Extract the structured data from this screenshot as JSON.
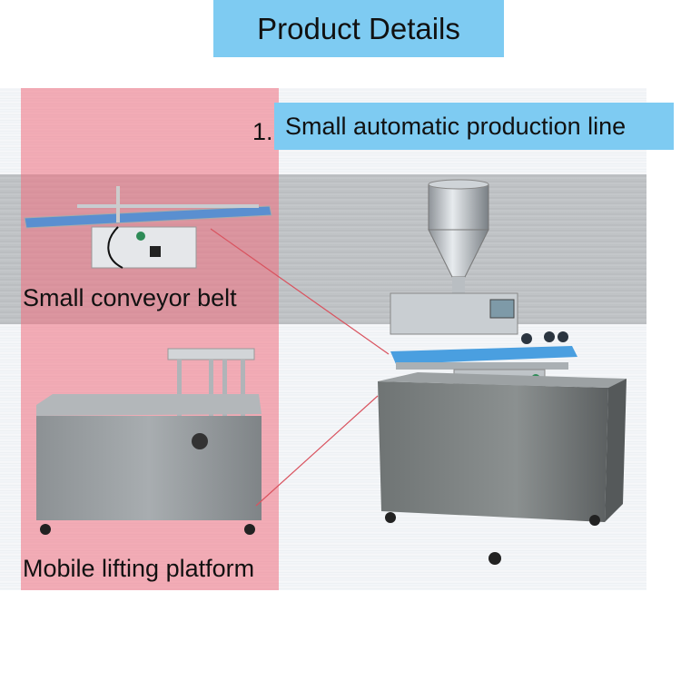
{
  "header": {
    "title": "Product Details"
  },
  "section": {
    "number": "1.",
    "title": "Small automatic production line"
  },
  "components": [
    {
      "label": "Small conveyor belt"
    },
    {
      "label": "Mobile lifting platform"
    }
  ],
  "colors": {
    "title_bg": "#7ecbf2",
    "highlight": "#f06e7d",
    "belt": "#4a9fe0",
    "steel": "#8a8f92"
  }
}
